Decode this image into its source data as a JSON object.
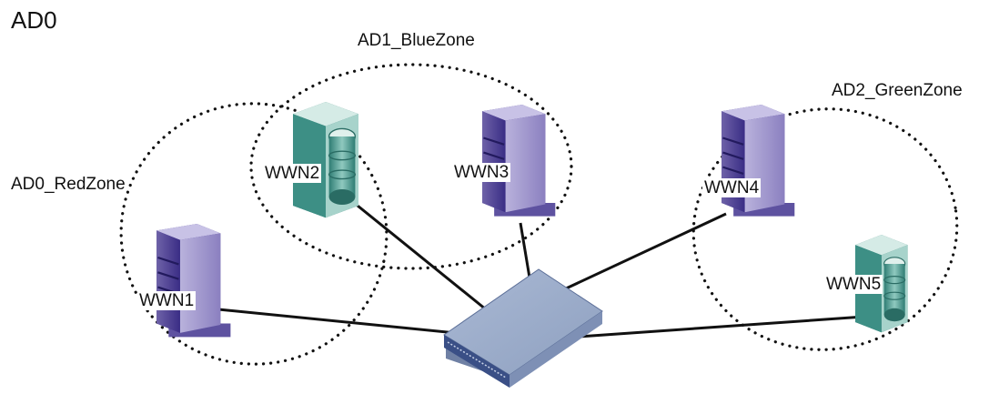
{
  "title": "AD0",
  "zones": {
    "blue": "AD1_BlueZone",
    "green": "AD2_GreenZone",
    "red": "AD0_RedZone"
  },
  "nodes": {
    "wwn1": {
      "label": "WWN1",
      "type": "server"
    },
    "wwn2": {
      "label": "WWN2",
      "type": "storage"
    },
    "wwn3": {
      "label": "WWN3",
      "type": "server"
    },
    "wwn4": {
      "label": "WWN4",
      "type": "server"
    },
    "wwn5": {
      "label": "WWN5",
      "type": "storage"
    }
  },
  "colors": {
    "server": "#7d6fb0",
    "server_dark": "#2e2270",
    "storage": "#3f8c83",
    "storage_light": "#cfe4df",
    "switch": "#9fb0cc",
    "link": "#111111"
  }
}
